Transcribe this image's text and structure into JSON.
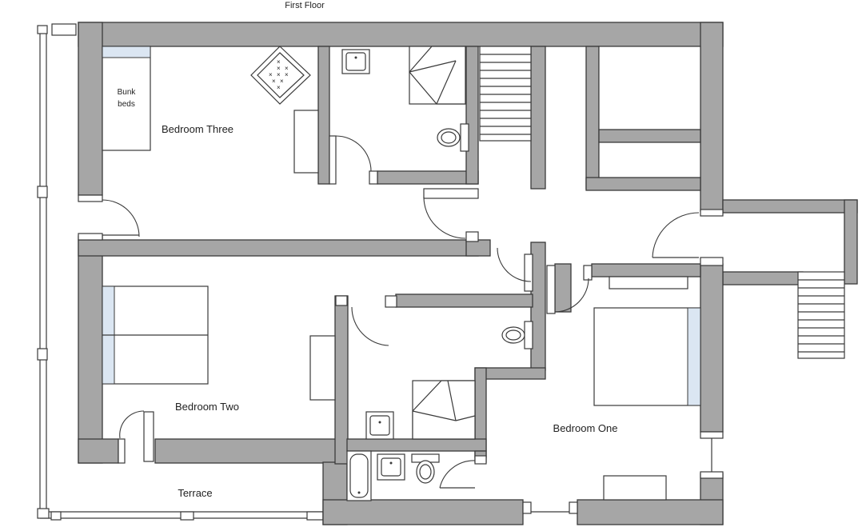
{
  "title": "First Floor",
  "rooms": {
    "bedroom_three": "Bedroom Three",
    "bedroom_two": "Bedroom Two",
    "bedroom_one": "Bedroom One",
    "terrace": "Terrace"
  },
  "furniture": {
    "bunk_beds_line1": "Bunk",
    "bunk_beds_line2": "beds"
  },
  "colors": {
    "wall": "#a6a6a6",
    "wall_outline": "#3a3a3a",
    "pillow": "#dbe6f2"
  }
}
